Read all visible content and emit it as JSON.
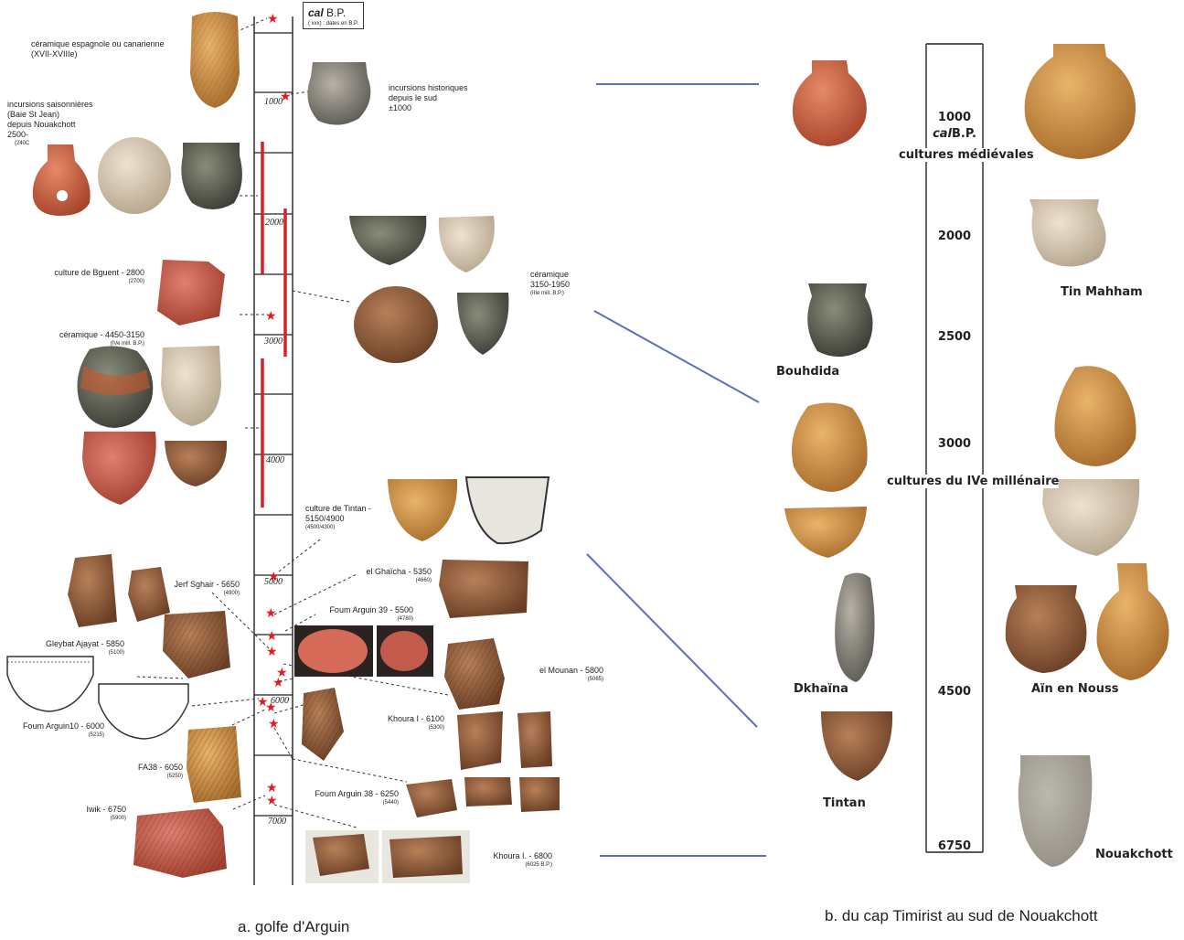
{
  "legend": {
    "cal": "cal",
    "bp": " B.P.",
    "note": "( xxx) : dates en B.P."
  },
  "timeline_a": {
    "ticks": [
      "1000",
      "2000",
      "3000",
      "4000",
      "5000",
      "6000",
      "7000"
    ]
  },
  "labels_a": {
    "espagnole": {
      "line1": "céramique espagnole ou canarienne",
      "line2": "(XVII-XVIIIe)"
    },
    "historiques": {
      "line1": "incursions historiques",
      "line2": "depuis le sud",
      "line3": "±1000"
    },
    "saisonnieres": {
      "line1": "incursions saisonnières",
      "line2": "(Baie St Jean)",
      "line3": "depuis Nouakchott",
      "line4": "2500-",
      "sub": "(240C"
    },
    "bguent": {
      "text": "culture de Bguent - 2800",
      "sub": "(2700)"
    },
    "ceramique4450": {
      "text": "céramique - 4450-3150",
      "sub": "(IVe mill. B.P.)"
    },
    "ceramique3150": {
      "line1": "céramique",
      "line2": "3150-1950",
      "sub": "(IIIe mill. B.P.)"
    },
    "tintan": {
      "line1": "culture de Tintan -",
      "line2": "5150/4900",
      "sub": "(4500/4300)"
    },
    "jerf": {
      "text": "Jerf Sghair - 5650",
      "sub": "(4900)"
    },
    "ghaicha": {
      "text": "el Ghaïcha - 5350",
      "sub": "(4660)"
    },
    "foum39": {
      "text": "Foum Arguin 39 - 5500",
      "sub": "(4780)"
    },
    "gleybat": {
      "text": "Gleybat Ajayat - 5850",
      "sub": "(5100)"
    },
    "mounan": {
      "text": "el Mounan - 5800",
      "sub": "(5065)"
    },
    "foum10": {
      "text": "Foum Arguin10 - 6000",
      "sub": "(5215)"
    },
    "khoura6100": {
      "text": "Khoura I - 6100",
      "sub": "(5300)"
    },
    "fa38": {
      "text": "FA38 - 6050",
      "sub": "(5250)"
    },
    "foum38": {
      "text": "Foum Arguin 38 - 6250",
      "sub": "(5440)"
    },
    "iwik": {
      "text": "Iwik - 6750",
      "sub": "(5900)"
    },
    "khoura6800": {
      "text": "Khoura I. - 6800",
      "sub": "(6025 B.P.)"
    }
  },
  "timeline_b": {
    "d1000": "1000",
    "calbp_cal": "cal",
    "calbp_bp": "B.P.",
    "medievales": "cultures médiévales",
    "d2000": "2000",
    "d2500": "2500",
    "d3000": "3000",
    "millenaire": "cultures du IVe millénaire",
    "d4500": "4500",
    "d6750": "6750"
  },
  "labels_b": {
    "tin_mahham": "Tin Mahham",
    "bouhdida": "Bouhdida",
    "dkhaina": "Dkhaïna",
    "ain_en_nouss": "Aïn en Nouss",
    "tintan": "Tintan",
    "nouakchott": "Nouakchott"
  },
  "captions": {
    "a": "a. golfe d'Arguin",
    "b": "b. du cap Timirist au sud de Nouakchott"
  },
  "colors": {
    "red_bar": "#d8202a",
    "star": "#e11b22",
    "connector": "#5b6fc0",
    "pot_terracotta": "#c2623f",
    "pot_ochre": "#c98f45",
    "pot_grey": "#8a857b",
    "pot_beige": "#d6c7b0",
    "pot_dark": "#4e5248"
  }
}
